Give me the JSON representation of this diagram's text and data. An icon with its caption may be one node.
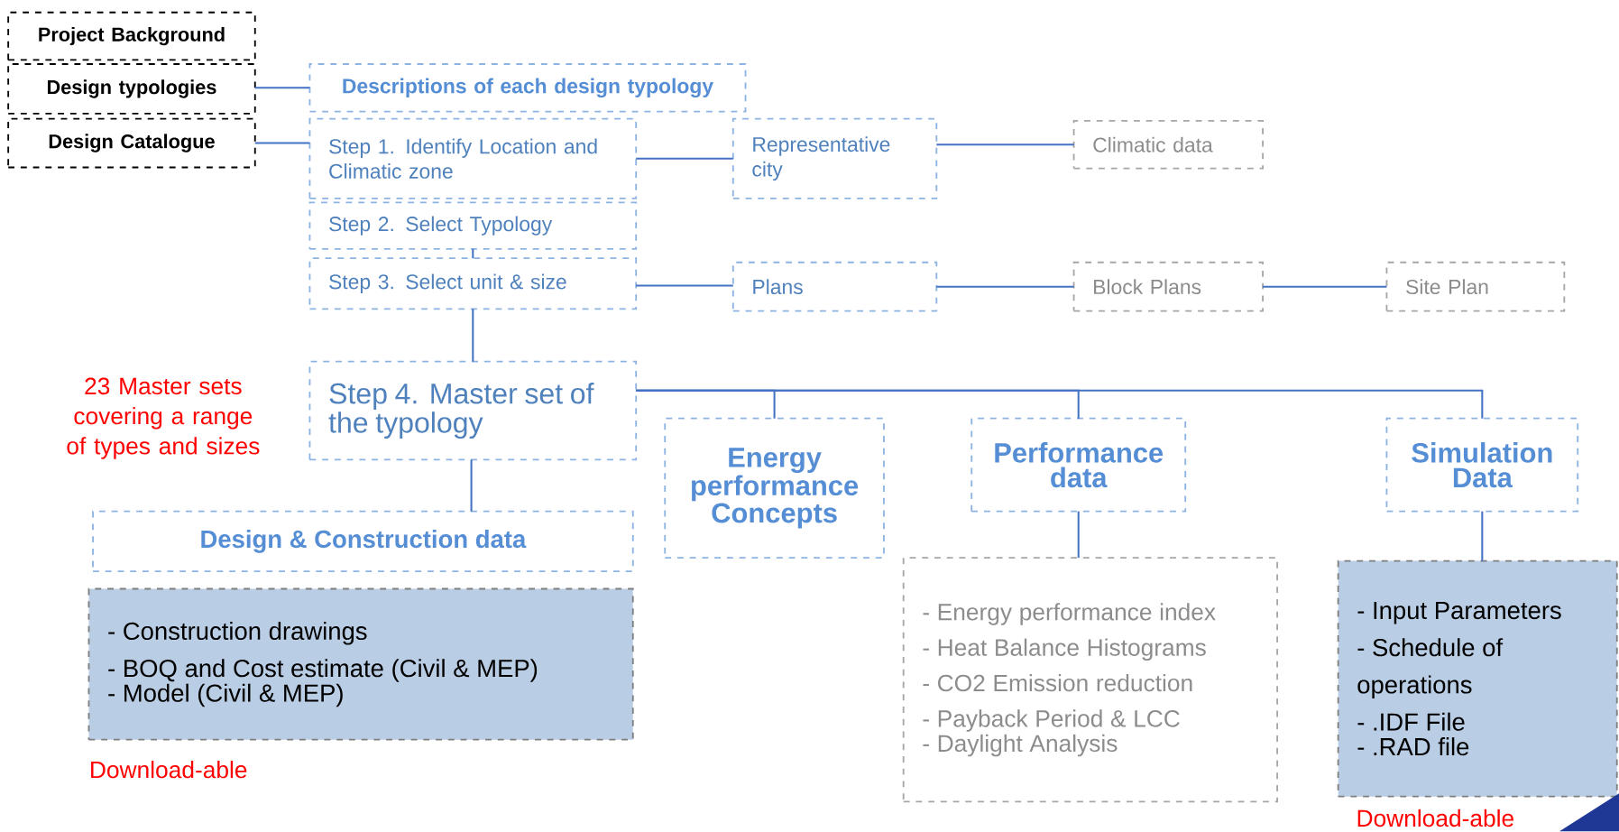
{
  "diagram": {
    "nodes": [
      {
        "text": [
          "Project Background"
        ]
      },
      {
        "text": [
          "Design typologies"
        ]
      },
      {
        "text": [
          "Design Catalogue"
        ]
      },
      {
        "text": [
          "Descriptions of each design typology"
        ]
      },
      {
        "text": [
          "Step 1. Identify Location and Climatic zone"
        ]
      },
      {
        "text": [
          "Representative city"
        ]
      },
      {
        "text": [
          "Climatic data"
        ]
      },
      {
        "text": [
          "Step 2. Select Typology"
        ]
      },
      {
        "text": [
          "Step 3. Select unit & size"
        ]
      },
      {
        "text": [
          "Plans"
        ]
      },
      {
        "text": [
          "Block Plans"
        ]
      },
      {
        "text": [
          "Site Plan"
        ]
      },
      {
        "text": [
          "Step 4. Master set of the typology"
        ]
      },
      {
        "text": [
          "Energy performance Concepts"
        ]
      },
      {
        "text": [
          "Performance data"
        ]
      },
      {
        "text": [
          "Simulation Data"
        ]
      },
      {
        "text": [
          "Design  & Construction data"
        ]
      },
      {
        "text": [
          "- Construction drawings",
          "- BOQ and Cost estimate (Civil & MEP)",
          "- Model (Civil & MEP)"
        ],
        "beside": [
          "Download-able"
        ]
      },
      {
        "text": [
          "- Energy performance index",
          "- Heat Balance Histograms",
          "- CO2 Emission reduction",
          "- Payback Period & LCC",
          "- Daylight Analysis"
        ]
      },
      {
        "text": [
          "- Input Parameters",
          "- Schedule of operations",
          "- .IDF File",
          "- .RAD file"
        ],
        "beside": [
          "Download-able"
        ]
      }
    ],
    "edges": [
      {
        "from": 1,
        "to": 3,
        "arrow": "none"
      },
      {
        "from": 2,
        "to": 4,
        "arrow": "none"
      },
      {
        "from": 4,
        "to": 5,
        "arrow": "none"
      },
      {
        "from": 5,
        "to": 6,
        "arrow": "none"
      },
      {
        "from": 7,
        "to": 8,
        "arrow": "none"
      },
      {
        "from": 8,
        "to": 9,
        "arrow": "none"
      },
      {
        "from": 9,
        "to": 10,
        "arrow": "none"
      },
      {
        "from": 10,
        "to": 11,
        "arrow": "none"
      },
      {
        "from": 8,
        "to": 12,
        "arrow": "none"
      },
      {
        "from": 12,
        "to": 13,
        "arrow": "none"
      },
      {
        "from": 12,
        "to": 14,
        "arrow": "none"
      },
      {
        "from": 12,
        "to": 15,
        "arrow": "none"
      },
      {
        "from": 12,
        "to": 16,
        "arrow": "none"
      },
      {
        "from": 14,
        "to": 18,
        "arrow": "none"
      },
      {
        "from": 15,
        "to": 19,
        "arrow": "none"
      }
    ],
    "labels": [
      "23 Master sets covering a range of types and sizes"
    ]
  }
}
